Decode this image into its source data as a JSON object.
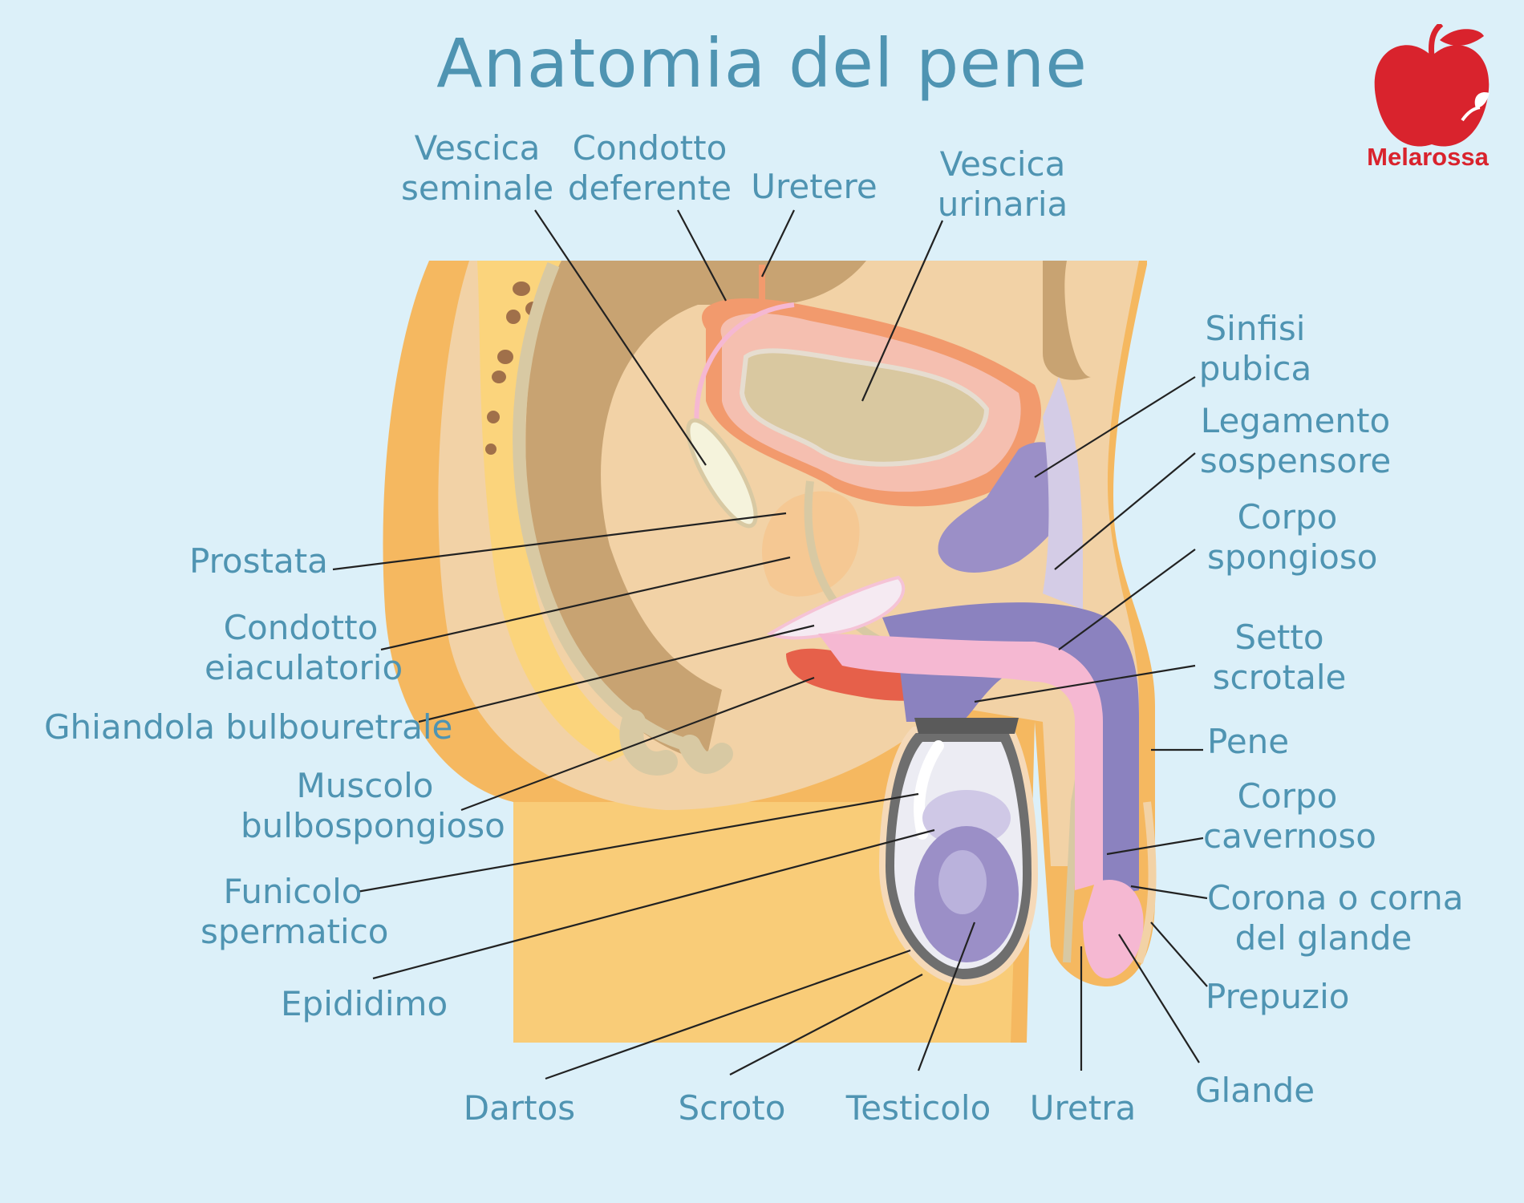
{
  "title": "Anatomia del pene",
  "brand": {
    "name": "Melarossa",
    "color": "#d9232d",
    "icon": "red-apple-logo"
  },
  "colors": {
    "background": "#dcf0f9",
    "label": "#4f94b2",
    "leader": "#222222"
  },
  "labels": {
    "vescica_seminale": [
      "Vescica",
      "seminale"
    ],
    "condotto_deferente": [
      "Condotto",
      "deferente"
    ],
    "uretere": [
      "Uretere"
    ],
    "vescica_urinaria": [
      "Vescica",
      "urinaria"
    ],
    "sinfisi_pubica": [
      "Sinfisi",
      "pubica"
    ],
    "legamento_sospensore": [
      "Legamento",
      "sospensore"
    ],
    "corpo_spongioso": [
      "Corpo",
      "spongioso"
    ],
    "setto_scrotale": [
      "Setto",
      "scrotale"
    ],
    "pene": [
      "Pene"
    ],
    "corpo_cavernoso": [
      "Corpo",
      "cavernoso"
    ],
    "corona": [
      "Corona o corna",
      "del glande"
    ],
    "prepuzio": [
      "Prepuzio"
    ],
    "glande": [
      "Glande"
    ],
    "uretra": [
      "Uretra"
    ],
    "testicolo": [
      "Testicolo"
    ],
    "scroto": [
      "Scroto"
    ],
    "dartos": [
      "Dartos"
    ],
    "epididimo": [
      "Epididimo"
    ],
    "funicolo_spermatico": [
      "Funicolo",
      "spermatico"
    ],
    "muscolo_bulbospongioso": [
      "Muscolo",
      "bulbospongioso"
    ],
    "ghiandola_bulbouretrale": [
      "Ghiandola bulbouretrale"
    ],
    "condotto_eiaculatorio": [
      "Condotto",
      "eiaculatorio"
    ],
    "prostata": [
      "Prostata"
    ]
  }
}
